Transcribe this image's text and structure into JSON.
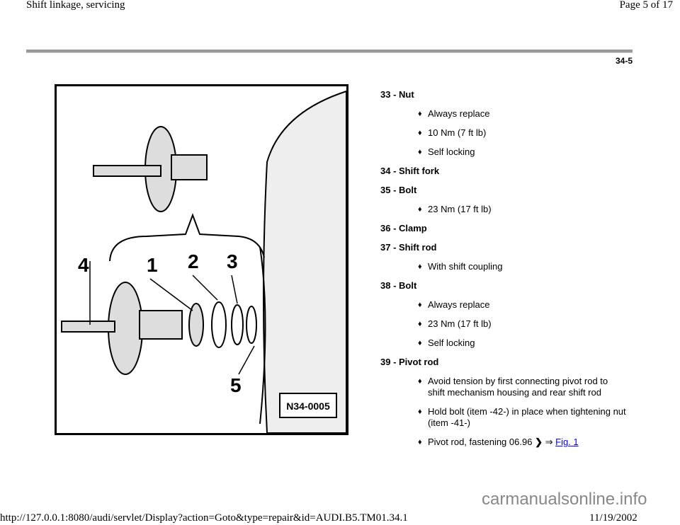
{
  "header": {
    "title": "Shift linkage, servicing",
    "page": "Page 5 of 17",
    "section": "34-5"
  },
  "figure": {
    "callouts": [
      "1",
      "2",
      "3",
      "4",
      "5"
    ],
    "ref": "N34-0005"
  },
  "items": [
    {
      "heading": "33 - Nut",
      "bullets": [
        "Always replace",
        "10 Nm (7 ft lb)",
        "Self locking"
      ]
    },
    {
      "heading": "34 - Shift fork",
      "bullets": []
    },
    {
      "heading": "35 - Bolt",
      "bullets": [
        "23 Nm (17 ft lb)"
      ]
    },
    {
      "heading": "36 - Clamp",
      "bullets": []
    },
    {
      "heading": "37 - Shift rod",
      "bullets": [
        "With shift coupling"
      ]
    },
    {
      "heading": "38 - Bolt",
      "bullets": [
        "Always replace",
        "23 Nm (17 ft lb)",
        "Self locking"
      ]
    },
    {
      "heading": "39 - Pivot rod",
      "bullets": [
        "Avoid tension by first connecting pivot rod to shift mechanism housing and rear shift rod",
        "Hold bolt (item -42-) in place when tightening nut (item -41-)"
      ]
    }
  ],
  "last_bullet": {
    "text": "Pivot rod, fastening 06.96",
    "arrow": "⇒",
    "link": "Fig. 1"
  },
  "footer": {
    "url": "http://127.0.0.1:8080/audi/servlet/Display?action=Goto&type=repair&id=AUDI.B5.TM01.34.1",
    "date": "11/19/2002",
    "watermark": "carmanualsonline.info"
  }
}
